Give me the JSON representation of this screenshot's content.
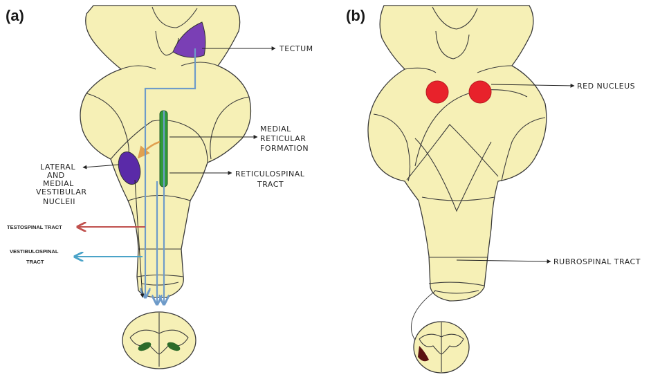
{
  "panels": {
    "a": {
      "label": "(a)",
      "tectum": "TECTUM",
      "medial_reticular_1": "MEDIAL",
      "medial_reticular_2": "RETICULAR",
      "medial_reticular_3": "FORMATION",
      "reticulospinal_1": "RETICULOSPINAL",
      "reticulospinal_2": "TRACT",
      "lateral_1": "LATERAL",
      "lateral_2": "AND",
      "lateral_3": "MEDIAL",
      "lateral_4": "VESTIBULAR",
      "lateral_5": "NUCLEII",
      "tectospinal": "TESTOSPINAL TRACT",
      "vestibulospinal_1": "VESTIBULOSPINAL",
      "vestibulospinal_2": "TRACT"
    },
    "b": {
      "label": "(b)",
      "red_nucleus": "RED NUCLEUS",
      "rubrospinal": "RUBROSPINAL TRACT"
    }
  },
  "colors": {
    "brainstem": "#f6f0b6",
    "tectum": "#7a3fb5",
    "vestibular_nuclei": "#5a2aa8",
    "reticular_formation": "#2f9a3a",
    "tract_blue": "#6e9bc9",
    "tectospinal_arrow": "#c0504d",
    "vestibulospinal_arrow": "#4aa3c8",
    "red_nucleus": "#e8222b",
    "cord_grey_matter_a": "#2c6b2a",
    "cord_grey_matter_b": "#5a1212"
  }
}
